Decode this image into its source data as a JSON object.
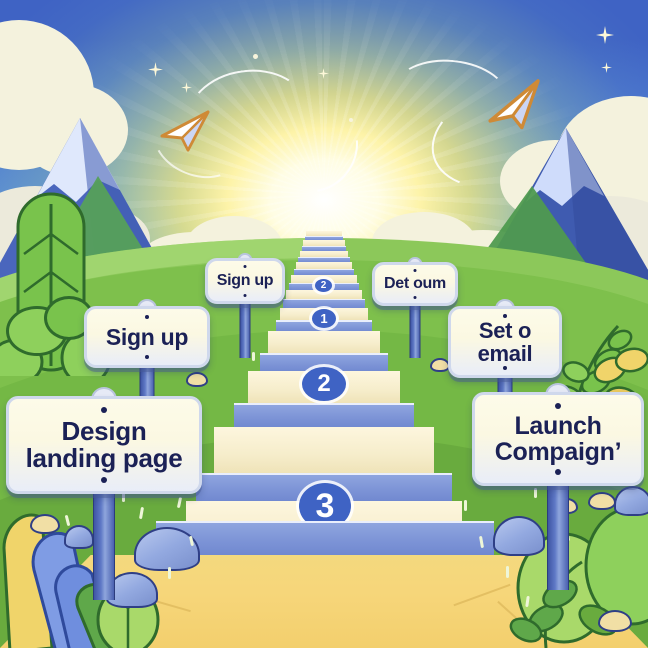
{
  "scene": {
    "title": "Stairway to success illustration",
    "palette": {
      "sky_top": "#3f63c4",
      "sky_horizon": "#e9ecb0",
      "sun": "#ffffff",
      "grass": "#7fc24a",
      "grass_dark": "#4f9a3a",
      "path_yellow": "#f4d97e",
      "step_riser_blue": "#7c93d6",
      "step_tread_cream": "#f6edcb",
      "badge_blue": "#3f63c4",
      "sign_text": "#1b2156",
      "mountain_blue": "#3f5bb0",
      "snow": "#dce6fb",
      "cloud_cream": "#f4f2dd",
      "rock_blue": "#93a9e0",
      "plane_orange": "#d98f3c"
    },
    "sky": {
      "sun_label": "sun",
      "sparkles": 7,
      "paper_planes": 2,
      "swooshes": 4
    },
    "stairs": {
      "badges": [
        {
          "label": "2",
          "size": 13,
          "step": "top-small"
        },
        {
          "label": "1",
          "size": 19,
          "step": "upper"
        },
        {
          "label": "2",
          "size": 34,
          "step": "middle"
        },
        {
          "label": "3",
          "size": 46,
          "step": "bottom"
        }
      ]
    },
    "signs": [
      {
        "id": "sign-sign-up-small-left",
        "text": "Sign up",
        "size": "small",
        "side": "left"
      },
      {
        "id": "sign-det-oum-small-right",
        "text": "Det oum",
        "size": "small",
        "side": "right"
      },
      {
        "id": "sign-sign-up-left",
        "text": "Sign up",
        "size": "medium",
        "side": "left"
      },
      {
        "id": "sign-set-o-email-right",
        "text": "Set o\nemail",
        "line1": "Set o",
        "line2": "email",
        "size": "medium",
        "side": "right"
      },
      {
        "id": "sign-design-landing-page",
        "line1": "Design",
        "line2": "landing page",
        "size": "large",
        "side": "left"
      },
      {
        "id": "sign-launch-campaign",
        "line1": "Launch",
        "line2": "Compaign’",
        "size": "large",
        "side": "right"
      }
    ]
  }
}
